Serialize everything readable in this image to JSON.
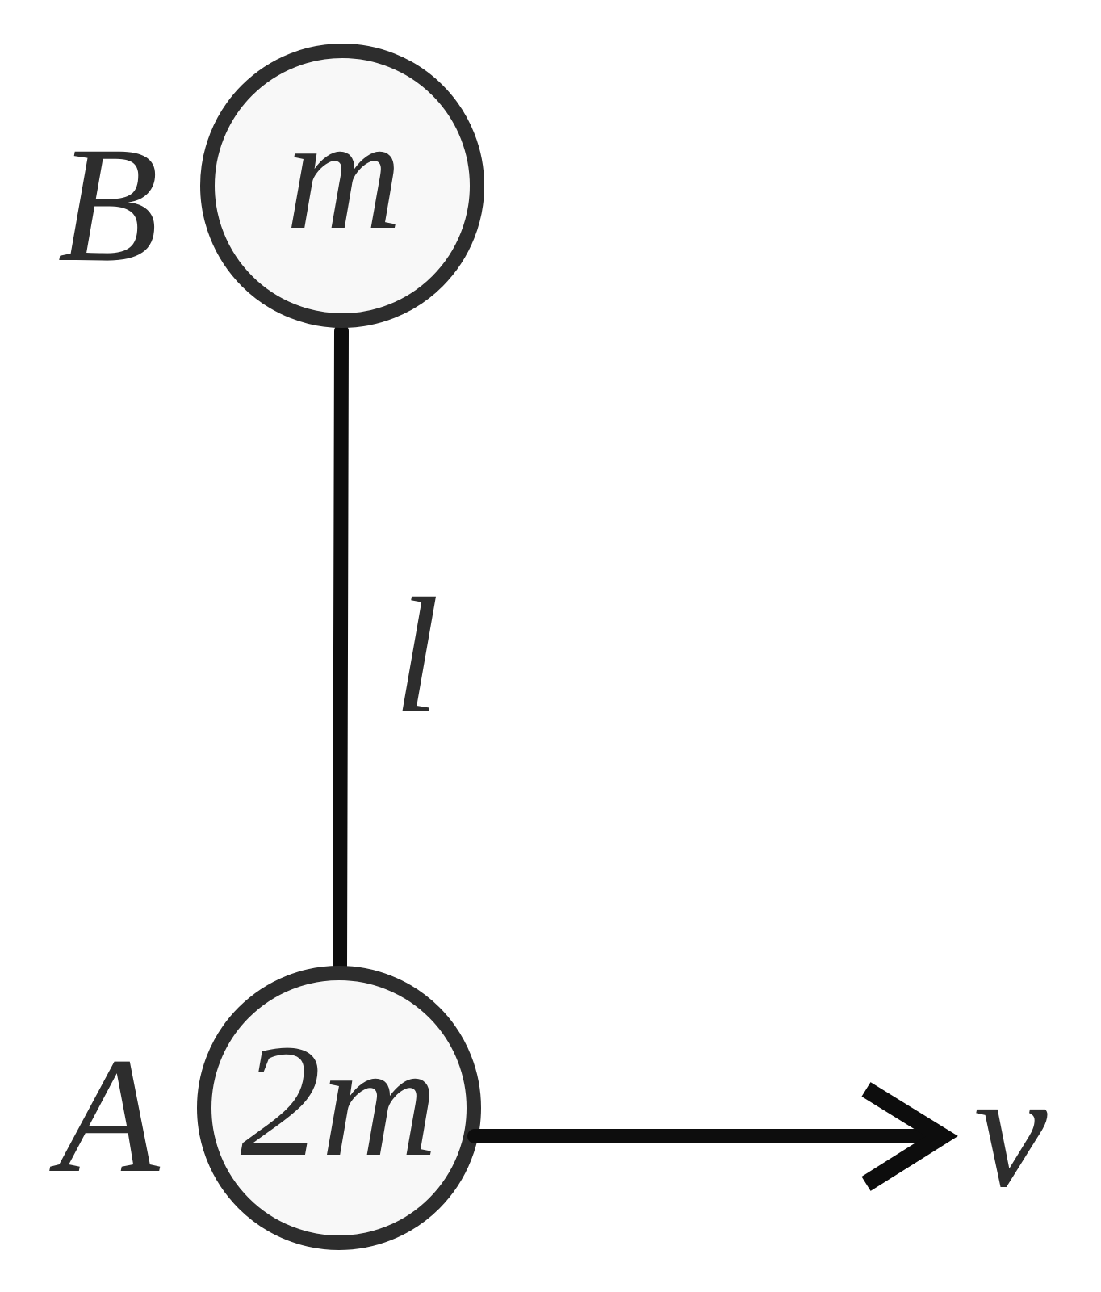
{
  "diagram": {
    "type": "physics-two-ball-rod-system",
    "labels": {
      "top_point": "B",
      "top_mass": "m",
      "rod_length": "l",
      "bottom_point": "A",
      "bottom_mass": "2m",
      "velocity": "v"
    },
    "colors": {
      "background": "#ffffff",
      "ball_fill": "#f8f8f8",
      "ball_stroke": "#2d2d2d",
      "line_color": "#0d0d0d",
      "text_color": "#2d2d2d"
    }
  }
}
